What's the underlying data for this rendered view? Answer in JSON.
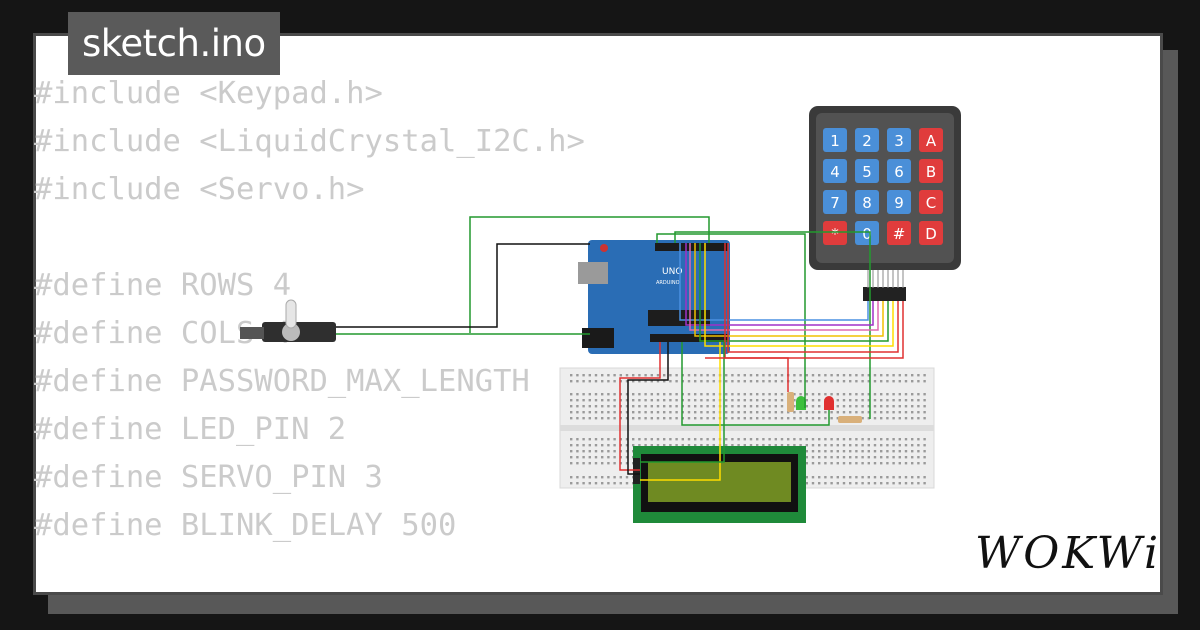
{
  "file_tab": {
    "label": "sketch.ino"
  },
  "code_lines": [
    "#include <Keypad.h>",
    "#include <LiquidCrystal_I2C.h>",
    "#include <Servo.h>",
    "",
    "#define ROWS 4",
    "#define COLS 4",
    "#define PASSWORD_MAX_LENGTH",
    "#define LED_PIN 2",
    "#define SERVO_PIN 3",
    "#define BLINK_DELAY 500"
  ],
  "keypad": {
    "keys": [
      [
        "1",
        "2",
        "3",
        "A"
      ],
      [
        "4",
        "5",
        "6",
        "B"
      ],
      [
        "7",
        "8",
        "9",
        "C"
      ],
      [
        "*",
        "0",
        "#",
        "D"
      ]
    ]
  },
  "arduino": {
    "model": "UNO",
    "brand": "ARDUINO"
  },
  "logo": {
    "text": "WOKWi"
  },
  "colors": {
    "key_blue": "#4a8fd8",
    "key_red": "#e03c3c",
    "board_blue": "#2a6db5",
    "lcd_green": "#1f8a3a",
    "lcd_screen": "#6f8a22"
  }
}
